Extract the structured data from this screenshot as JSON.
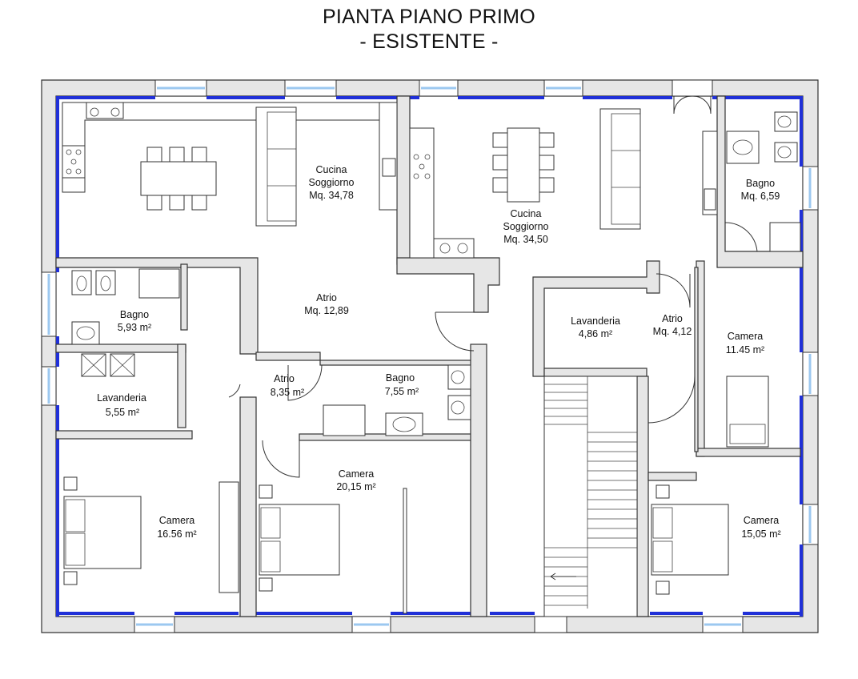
{
  "title": {
    "line1": "PIANTA PIANO PRIMO",
    "line2": "- ESISTENTE -"
  },
  "rooms": [
    {
      "name": "Cucina",
      "name2": "Soggiorno",
      "area": "Mq. 34,78"
    },
    {
      "name": "Cucina",
      "name2": "Soggiorno",
      "area": "Mq. 34,50"
    },
    {
      "name": "Bagno",
      "area": "Mq. 6,59"
    },
    {
      "name": "Bagno",
      "area": "5,93 m²"
    },
    {
      "name": "Atrio",
      "area": "Mq. 12,89"
    },
    {
      "name": "Lavanderia",
      "area": "4,86 m²"
    },
    {
      "name": "Atrio",
      "area": "Mq. 4,12"
    },
    {
      "name": "Camera",
      "area": "11.45 m²"
    },
    {
      "name": "Atrio",
      "area": "8,35 m²"
    },
    {
      "name": "Bagno",
      "area": "7,55 m²"
    },
    {
      "name": "Lavanderia",
      "area": "5,55 m²"
    },
    {
      "name": "Camera",
      "area": "20,15 m²"
    },
    {
      "name": "Camera",
      "area": "16.56 m²"
    },
    {
      "name": "Camera",
      "area": "15,05 m²"
    }
  ],
  "colors": {
    "window": "#2030d8",
    "wall_fill": "#e6e6e6",
    "line": "#333333"
  }
}
